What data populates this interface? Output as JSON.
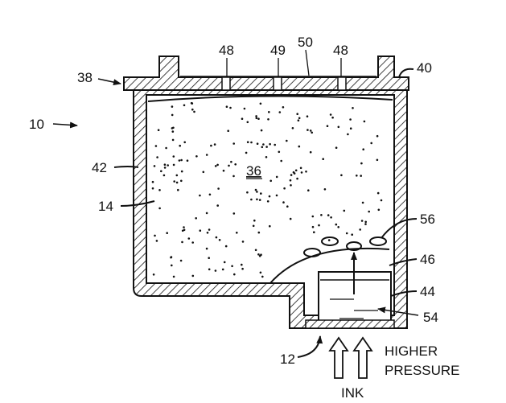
{
  "labels": {
    "n10": "10",
    "n38": "38",
    "n48a": "48",
    "n49": "49",
    "n50": "50",
    "n48b": "48",
    "n40": "40",
    "n42": "42",
    "n36": "36",
    "n14": "14",
    "n56": "56",
    "n46": "46",
    "n44": "44",
    "n54": "54",
    "n12": "12",
    "ink": "INK",
    "higher": "HIGHER",
    "pressure": "PRESSURE"
  }
}
